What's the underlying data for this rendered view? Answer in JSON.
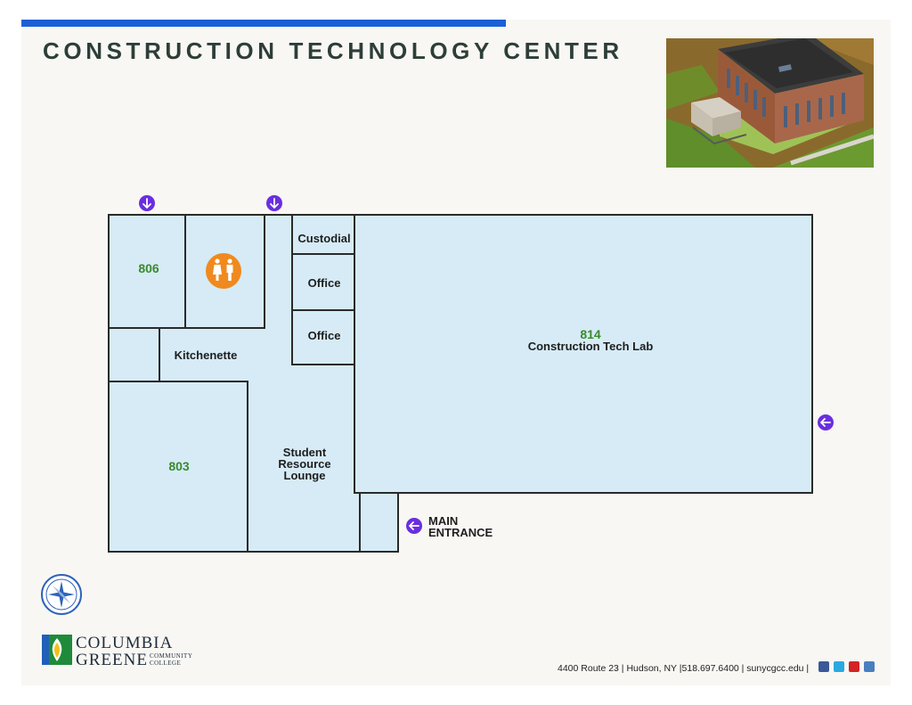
{
  "header": {
    "title": "CONSTRUCTION TECHNOLOGY CENTER"
  },
  "rooms": {
    "r806": "806",
    "r803": "803",
    "r814_number": "814",
    "r814_name": "Construction Tech Lab",
    "custodial": "Custodial",
    "office_1": "Office",
    "office_2": "Office",
    "kitchenette": "Kitchenette",
    "lounge_line1": "Student",
    "lounge_line2": "Resource",
    "lounge_line3": "Lounge"
  },
  "entrance": {
    "line1": "MAIN",
    "line2": "ENTRANCE"
  },
  "logo": {
    "line1": "COLUMBIA",
    "line2": "GREENE",
    "small1": "COMMUNITY",
    "small2": "COLLEGE"
  },
  "footer": {
    "contact": "4400 Route 23  |  Hudson, NY  |518.697.6400  |  sunycgcc.edu  |"
  },
  "colors": {
    "accent_blue": "#1a5fd6",
    "room_fill": "#d6ebf6",
    "room_number_green": "#3a8a2e",
    "restroom_orange": "#f08a1e",
    "exit_purple": "#6a2ee0",
    "title_color": "#2d3e38"
  },
  "icons": {
    "restroom": "restroom-icon",
    "exit": "exit-arrow-icon",
    "social": [
      "facebook-icon",
      "twitter-icon",
      "youtube-icon",
      "instagram-icon"
    ]
  }
}
